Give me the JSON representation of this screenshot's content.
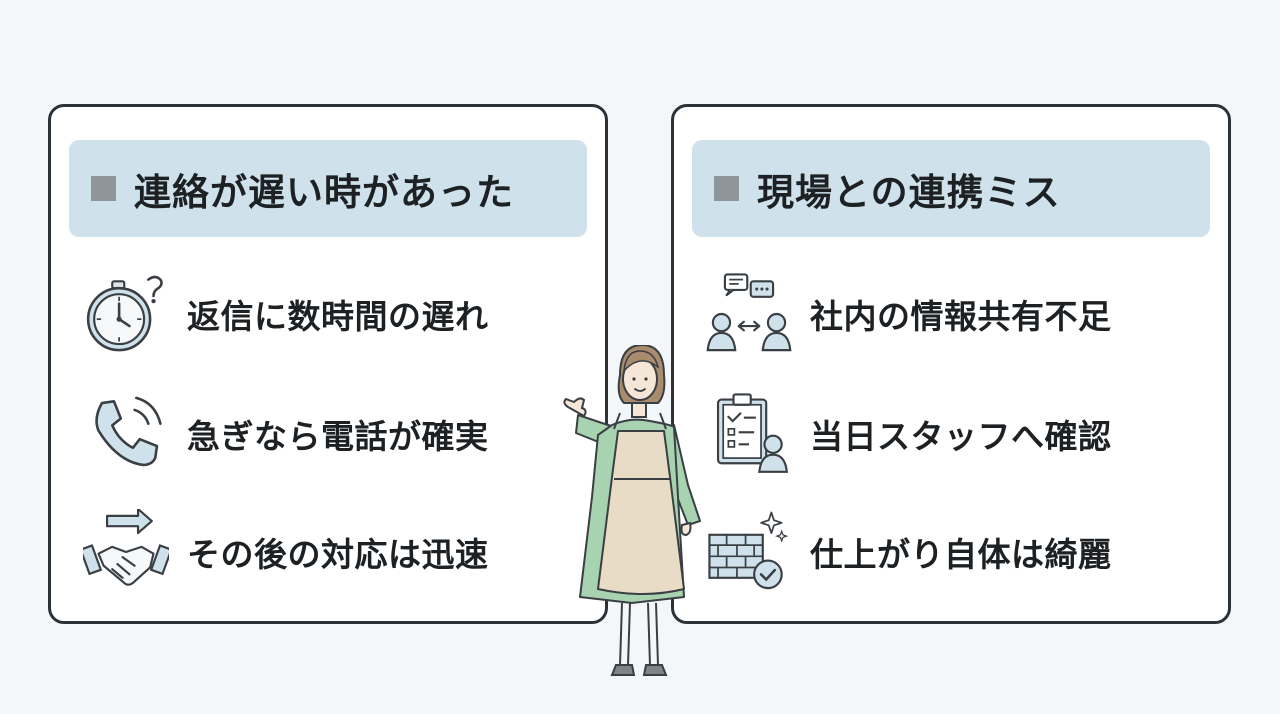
{
  "left_panel": {
    "title": "連絡が遅い時があった",
    "items": [
      {
        "label": "返信に数時間の遅れ",
        "icon": "stopwatch-question-icon"
      },
      {
        "label": "急ぎなら電話が確実",
        "icon": "phone-icon"
      },
      {
        "label": "その後の対応は迅速",
        "icon": "handshake-arrow-icon"
      }
    ]
  },
  "right_panel": {
    "title": "現場との連携ミス",
    "items": [
      {
        "label": "社内の情報共有不足",
        "icon": "people-chat-exchange-icon"
      },
      {
        "label": "当日スタッフへ確認",
        "icon": "clipboard-checklist-icon"
      },
      {
        "label": "仕上がり自体は綺麗",
        "icon": "brick-wall-check-icon"
      }
    ]
  },
  "colors": {
    "background": "#f3f7fa",
    "header_bg": "#cfe2ec",
    "border": "#2b3238",
    "accent": "#6b9fb8"
  }
}
